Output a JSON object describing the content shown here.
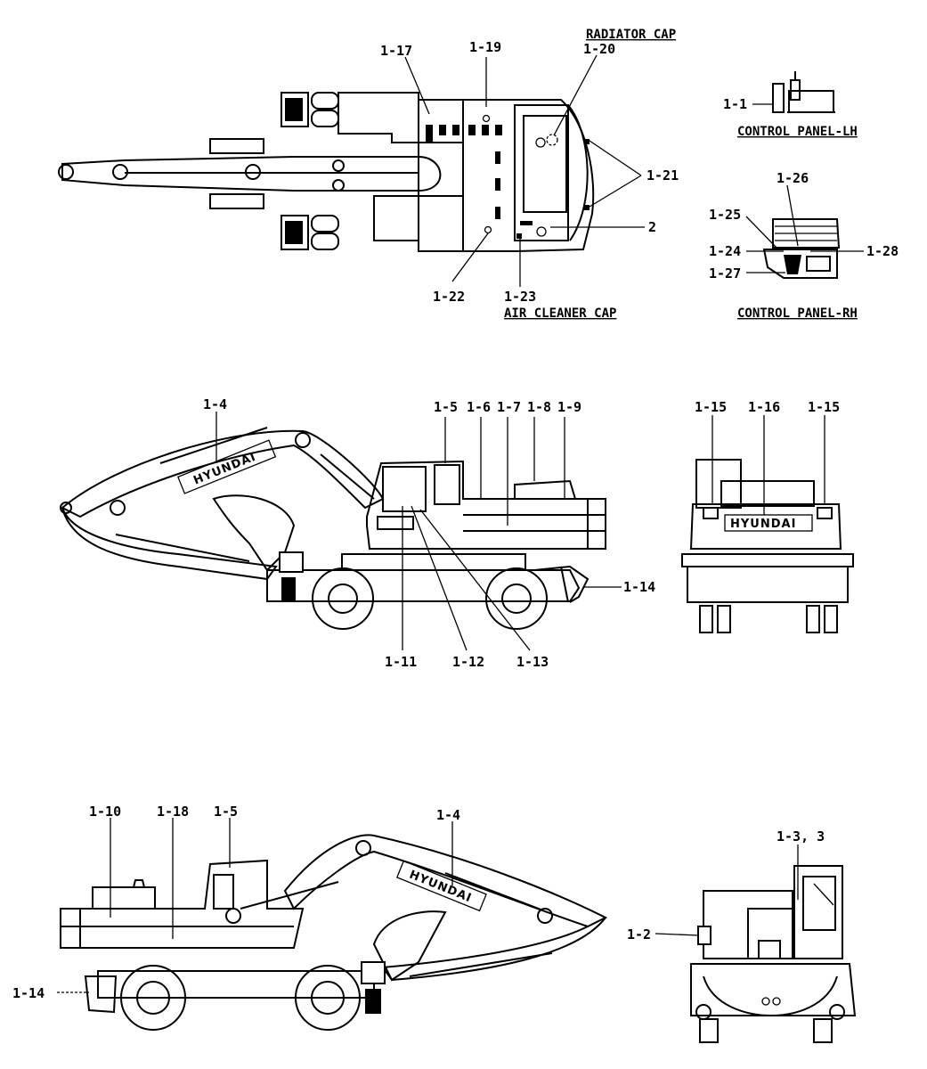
{
  "top_view": {
    "labels": {
      "l17": "1-17",
      "l19": "1-19",
      "l20": "1-20",
      "l21": "1-21",
      "l2": "2",
      "l22": "1-22",
      "l23": "1-23"
    },
    "captions": {
      "radiator_cap": "RADIATOR CAP",
      "air_cleaner_cap": "AIR CLEANER CAP"
    }
  },
  "control_panel_lh": {
    "caption": "CONTROL PANEL-LH",
    "labels": {
      "l1": "1-1"
    }
  },
  "control_panel_rh": {
    "caption": "CONTROL PANEL-RH",
    "labels": {
      "l26": "1-26",
      "l25": "1-25",
      "l24": "1-24",
      "l28": "1-28",
      "l27": "1-27"
    }
  },
  "left_side_view": {
    "labels": {
      "l4": "1-4",
      "l5": "1-5",
      "l6": "1-6",
      "l7": "1-7",
      "l8": "1-8",
      "l9": "1-9",
      "l14": "1-14",
      "l11": "1-11",
      "l12": "1-12",
      "l13": "1-13"
    },
    "boom_decal": "HYUNDAI"
  },
  "rear_view": {
    "labels": {
      "l15a": "1-15",
      "l16": "1-16",
      "l15b": "1-15"
    },
    "counterweight_decal": "HYUNDAI"
  },
  "right_side_view": {
    "labels": {
      "l10": "1-10",
      "l18": "1-18",
      "l5": "1-5",
      "l4": "1-4",
      "l14": "1-14"
    },
    "boom_decal": "HYUNDAI"
  },
  "front_view": {
    "labels": {
      "l33": "1-3, 3",
      "l2": "1-2"
    }
  }
}
